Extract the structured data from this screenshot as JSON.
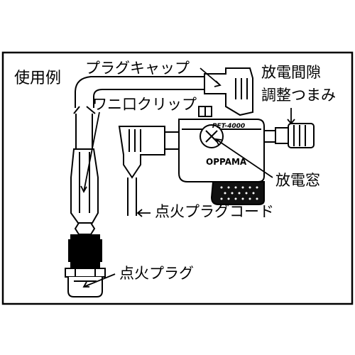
{
  "figure": {
    "title": "使用例",
    "labels": {
      "plug_cap": "プラグキャップ",
      "gap_knob_line1": "放電間隙",
      "gap_knob_line2": "調整つまみ",
      "alligator_clip": "ワニ口クリップ",
      "discharge_window": "放電窓",
      "ignition_cord": "点火プラグコード",
      "spark_plug": "点火プラグ"
    },
    "device": {
      "model": "PET-4000",
      "brand": "OPPAMA"
    }
  },
  "colors": {
    "line": "#000000",
    "background": "#ffffff",
    "grip": "#111111"
  }
}
